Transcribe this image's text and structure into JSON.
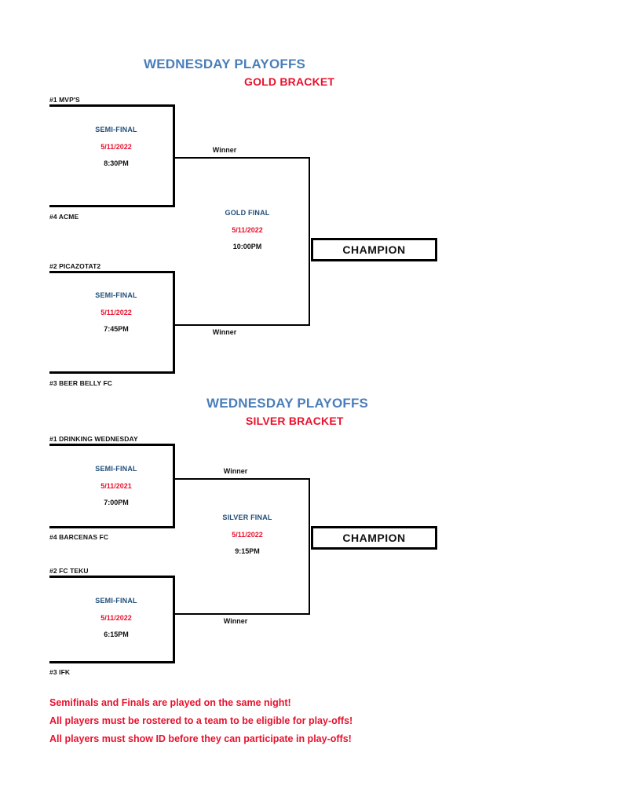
{
  "document": {
    "title": "Wednesday Playoffs Bracket"
  },
  "brackets": [
    {
      "heading": "WEDNESDAY PLAYOFFS",
      "subheading": "GOLD BRACKET",
      "subheading_color": "#e8112d",
      "heading_color": "#4a7ebb",
      "semifinals": [
        {
          "top_team": "#1 MVP'S",
          "bottom_team": "#4 ACME",
          "round": "SEMI-FINAL",
          "date": "5/11/2022",
          "time": "8:30PM",
          "winner_label": "Winner"
        },
        {
          "top_team": "#2 PICAZOTAT2",
          "bottom_team": "#3 BEER BELLY FC",
          "round": "SEMI-FINAL",
          "date": "5/11/2022",
          "time": "7:45PM",
          "winner_label": "Winner"
        }
      ],
      "final": {
        "round": "GOLD FINAL",
        "date": "5/11/2022",
        "time": "10:00PM"
      },
      "champion_label": "CHAMPION"
    },
    {
      "heading": "WEDNESDAY PLAYOFFS",
      "subheading": "SILVER BRACKET",
      "subheading_color": "#e8112d",
      "heading_color": "#4a7ebb",
      "semifinals": [
        {
          "top_team": "#1 DRINKING WEDNESDAY",
          "bottom_team": "#4  BARCENAS FC",
          "round": "SEMI-FINAL",
          "date": "5/11/2021",
          "time": "7:00PM",
          "winner_label": "Winner"
        },
        {
          "top_team": "#2 FC TEKU",
          "bottom_team": "#3 IFK",
          "round": "SEMI-FINAL",
          "date": "5/11/2022",
          "time": "6:15PM",
          "winner_label": "Winner"
        }
      ],
      "final": {
        "round": "SILVER FINAL",
        "date": "5/11/2022",
        "time": "9:15PM"
      },
      "champion_label": "CHAMPION"
    }
  ],
  "notes": [
    "Semifinals and Finals are played on the same night!",
    "All players must be rostered to a team to be eligible for play-offs!",
    "All players must show ID before they can participate in play-offs!"
  ]
}
